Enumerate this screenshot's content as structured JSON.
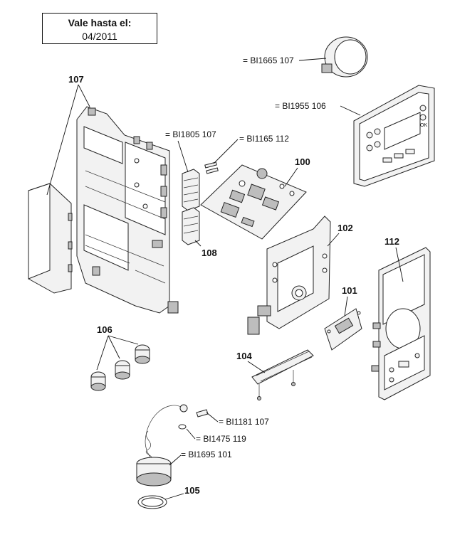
{
  "validity": {
    "title": "Vale hasta el:",
    "date": "04/2011"
  },
  "callouts": {
    "c107": "107",
    "c100": "100",
    "c102": "102",
    "c112": "112",
    "c101": "101",
    "c108": "108",
    "c106": "106",
    "c104": "104",
    "c105": "105"
  },
  "references": {
    "bi1665_107": "= BI1665 107",
    "bi1955_106": "= BI1955 106",
    "bi1805_107": "= BI1805 107",
    "bi1165_112": "= BI1165 112",
    "bi1181_107": "= BI1181 107",
    "bi1475_119": "= BI1475 119",
    "bi1695_101": "= BI1695 101"
  },
  "panel_symbols": {
    "ok_label": "OK"
  }
}
